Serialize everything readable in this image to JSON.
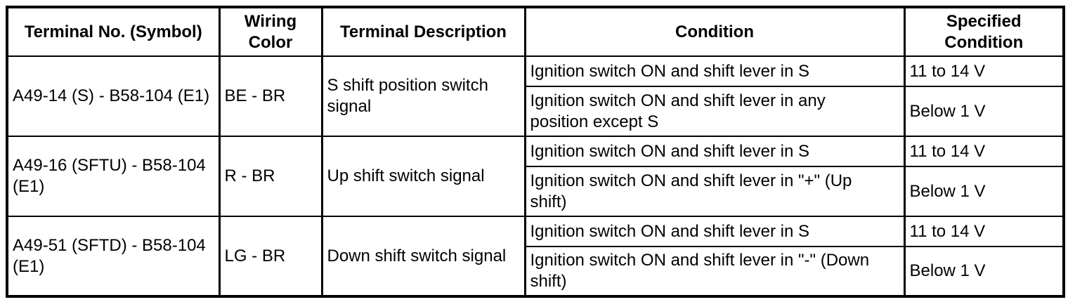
{
  "table": {
    "headers": {
      "terminal": "Terminal No. (Symbol)",
      "wiring_color": "Wiring Color",
      "description": "Terminal Description",
      "condition": "Condition",
      "specified_condition": "Specified Condition"
    },
    "rows": [
      {
        "terminal": "A49-14 (S) - B58-104 (E1)",
        "wiring_color": "BE - BR",
        "description": "S shift position switch\nsignal",
        "conditions": [
          {
            "condition": "Ignition switch ON and shift lever in S",
            "specified": "11 to 14 V"
          },
          {
            "condition": "Ignition switch ON and shift lever in any\nposition except S",
            "specified": "Below 1 V"
          }
        ]
      },
      {
        "terminal": "A49-16 (SFTU) - B58-104\n(E1)",
        "wiring_color": "R - BR",
        "description": "Up shift switch signal",
        "conditions": [
          {
            "condition": "Ignition switch ON and shift lever in S",
            "specified": "11 to 14 V"
          },
          {
            "condition": "Ignition switch ON and shift lever in \"+\" (Up\nshift)",
            "specified": "Below 1 V"
          }
        ]
      },
      {
        "terminal": "A49-51 (SFTD) - B58-104\n(E1)",
        "wiring_color": "LG - BR",
        "description": "Down shift switch signal",
        "conditions": [
          {
            "condition": "Ignition switch ON and shift lever in S",
            "specified": "11 to 14 V"
          },
          {
            "condition": "Ignition switch ON and shift lever in \"-\" (Down\nshift)",
            "specified": "Below 1 V"
          }
        ]
      }
    ]
  },
  "colors": {
    "border": "#000000",
    "text": "#000000",
    "background": "#ffffff"
  }
}
